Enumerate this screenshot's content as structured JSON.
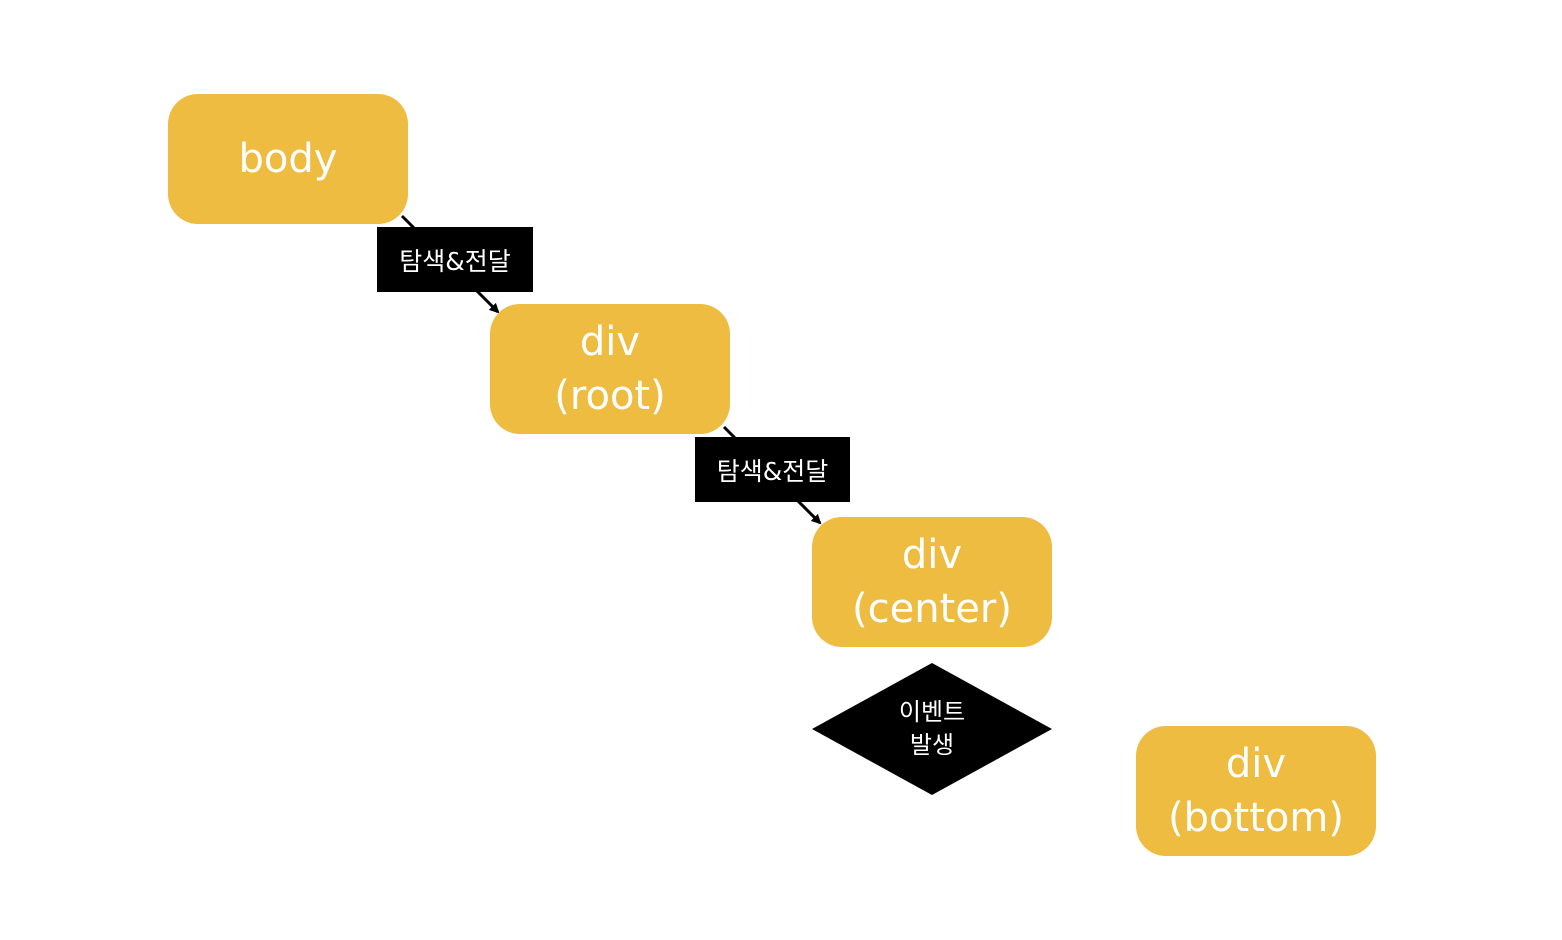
{
  "colors": {
    "node_fill": "#EEBC41",
    "label_bg": "#000000",
    "text": "#FFFFFF",
    "line": "#000000"
  },
  "nodes": {
    "body": {
      "line1": "body"
    },
    "root": {
      "line1": "div",
      "line2": "(root)"
    },
    "center": {
      "line1": "div",
      "line2": "(center)"
    },
    "bottom": {
      "line1": "div",
      "line2": "(bottom)"
    }
  },
  "edges": {
    "body_to_root": {
      "label": "탐색&전달"
    },
    "root_to_center": {
      "label": "탐색&전달"
    }
  },
  "event": {
    "line1": "이벤트",
    "line2": "발생"
  }
}
